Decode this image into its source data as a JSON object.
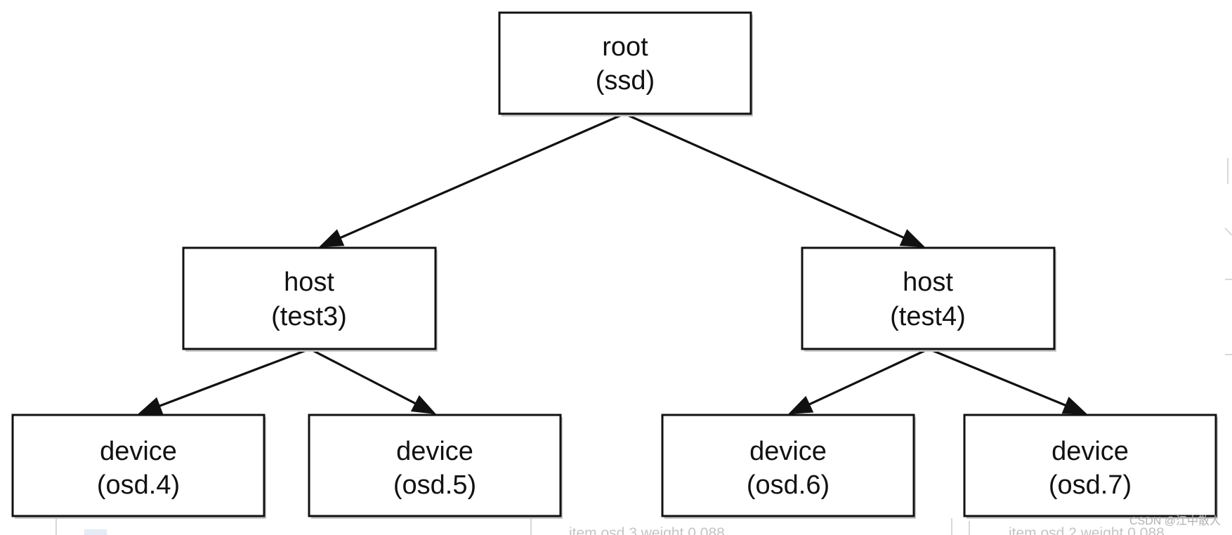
{
  "nodes": [
    {
      "id": "root",
      "lines": [
        "root",
        "(ssd)"
      ]
    },
    {
      "id": "host-test3",
      "lines": [
        "host",
        "(test3)"
      ]
    },
    {
      "id": "host-test4",
      "lines": [
        "host",
        "(test4)"
      ]
    },
    {
      "id": "device-osd4",
      "lines": [
        "device",
        "(osd.4)"
      ]
    },
    {
      "id": "device-osd5",
      "lines": [
        "device",
        "(osd.5)"
      ]
    },
    {
      "id": "device-osd6",
      "lines": [
        "device",
        "(osd.6)"
      ]
    },
    {
      "id": "device-osd7",
      "lines": [
        "device",
        "(osd.7)"
      ]
    }
  ],
  "edges": [
    {
      "from": "root",
      "to": "host-test3"
    },
    {
      "from": "root",
      "to": "host-test4"
    },
    {
      "from": "host-test3",
      "to": "device-osd4"
    },
    {
      "from": "host-test3",
      "to": "device-osd5"
    },
    {
      "from": "host-test4",
      "to": "device-osd6"
    },
    {
      "from": "host-test4",
      "to": "device-osd7"
    }
  ],
  "background_fragments": [
    "item osd.3 weight 0.088",
    "item osd.2 weight 0.088"
  ],
  "watermark": "CSDN @江中散人"
}
